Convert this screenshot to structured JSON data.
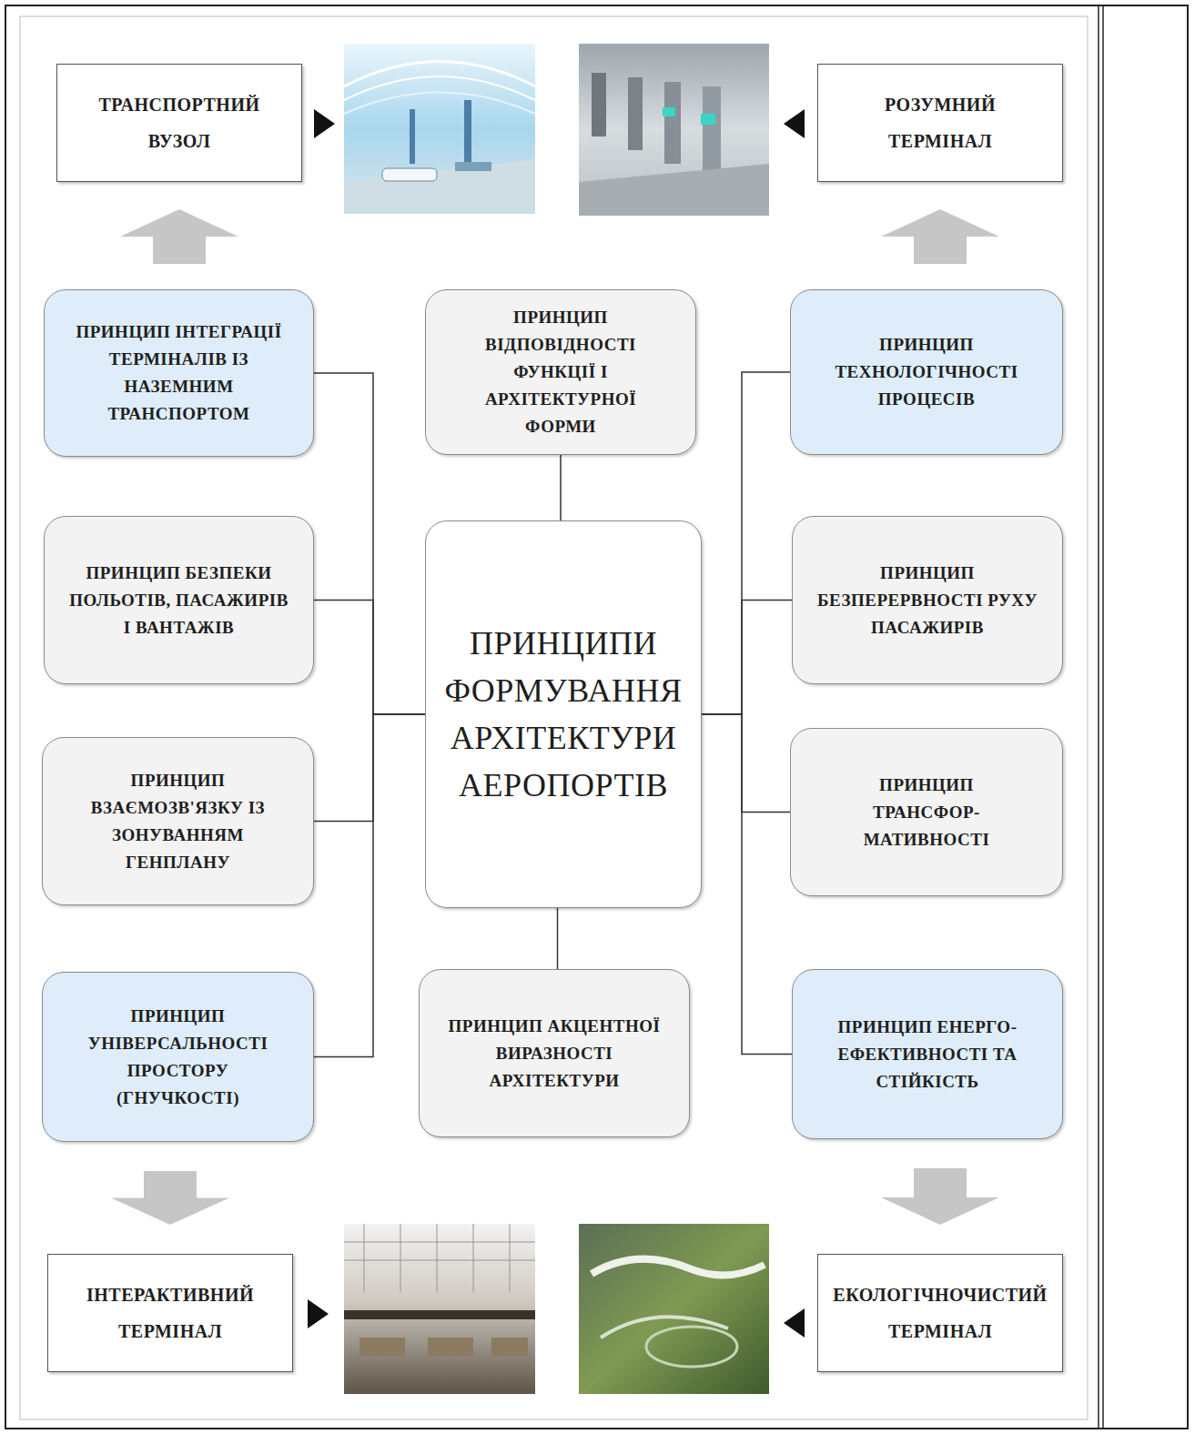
{
  "diagram": {
    "nodes": [
      {
        "text": [
          "ТРАНСПОРТНИЙ ВУЗОЛ"
        ]
      },
      {
        "text": [
          "РОЗУМНИЙ ТЕРМІНАЛ"
        ]
      },
      {
        "text": [
          "ПРИНЦИП ІНТЕГРАЦІЇ ТЕРМІНАЛІВ ІЗ НАЗЕМНИМ ТРАНСПОРТОМ"
        ]
      },
      {
        "text": [
          "ПРИНЦИП ВІДПОВІДНОСТІ ФУНКЦІЇ І АРХІТЕКТУРНОЇ ФОРМИ"
        ]
      },
      {
        "text": [
          "ПРИНЦИП ТЕХНОЛОГІЧНОСТІ ПРОЦЕСІВ"
        ]
      },
      {
        "text": [
          "ПРИНЦИП БЕЗПЕКИ ПОЛЬОТІВ, ПАСАЖИРІВ І ВАНТАЖІВ"
        ]
      },
      {
        "text": [
          "ПРИНЦИПИ ФОРМУВАННЯ АРХІТЕКТУРИ АЕРОПОРТІВ"
        ]
      },
      {
        "text": [
          "ПРИНЦИП БЕЗПЕРЕРВНОСТІ РУХУ ПАСАЖИРІВ"
        ]
      },
      {
        "text": [
          "ПРИНЦИП ВЗАЄМОЗВ'ЯЗКУ ІЗ ЗОНУВАННЯМ ГЕНПЛАНУ"
        ]
      },
      {
        "text": [
          "ПРИНЦИП ТРАНСФОР- МАТИВНОСТІ"
        ]
      },
      {
        "text": [
          "ПРИНЦИП УНІВЕРСАЛЬНОСТІ ПРОСТОРУ (ГНУЧКОСТІ)"
        ]
      },
      {
        "text": [
          "ПРИНЦИП АКЦЕНТНОЇ ВИРАЗНОСТІ АРХІТЕКТУРИ"
        ]
      },
      {
        "text": [
          "ПРИНЦИП ЕНЕРГО- ЕФЕКТИВНОСТІ ТА СТІЙКІСТЬ"
        ]
      },
      {
        "text": [
          "ІНТЕРАКТИВНИЙ ТЕРМІНАЛ"
        ]
      },
      {
        "text": [
          "ЕКОЛОГІЧНОЧИСТИЙ ТЕРМІНАЛ"
        ]
      }
    ],
    "edges": [
      {
        "from": 2,
        "to": 0,
        "arrow": "to"
      },
      {
        "from": 4,
        "to": 1,
        "arrow": "to"
      },
      {
        "from": 3,
        "to": 6,
        "arrow": "none"
      },
      {
        "from": 2,
        "to": 6,
        "arrow": "none"
      },
      {
        "from": 5,
        "to": 6,
        "arrow": "none"
      },
      {
        "from": 8,
        "to": 6,
        "arrow": "none"
      },
      {
        "from": 10,
        "to": 6,
        "arrow": "none"
      },
      {
        "from": 6,
        "to": 4,
        "arrow": "none"
      },
      {
        "from": 6,
        "to": 7,
        "arrow": "none"
      },
      {
        "from": 6,
        "to": 9,
        "arrow": "none"
      },
      {
        "from": 6,
        "to": 12,
        "arrow": "none"
      },
      {
        "from": 6,
        "to": 11,
        "arrow": "none"
      },
      {
        "from": 10,
        "to": 13,
        "arrow": "to"
      },
      {
        "from": 12,
        "to": 14,
        "arrow": "to"
      }
    ]
  }
}
